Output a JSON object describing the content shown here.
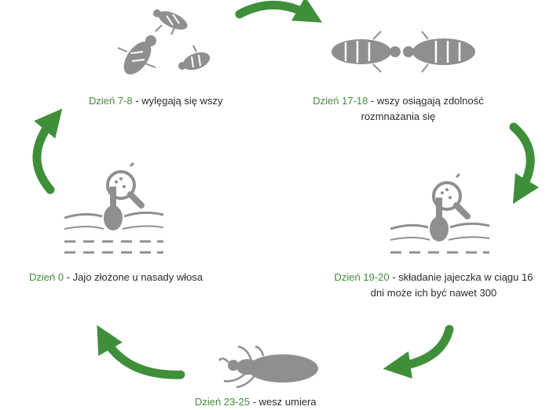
{
  "colors": {
    "accent_green": "#3f8f3a",
    "icon_gray": "#8f8f8f",
    "text": "#2a2a2a"
  },
  "stages": [
    {
      "day": "Dzień 7-8",
      "separator": " - ",
      "desc_line1": "wylęgają się wszy",
      "desc_line2": "",
      "icon": "three-lice-icon"
    },
    {
      "day": "Dzień 17-18",
      "separator": " - ",
      "desc_line1": "wszy  osiągają zdolność",
      "desc_line2": "rozmnażania się",
      "icon": "two-adult-lice-icon"
    },
    {
      "day": "Dzień 19-20",
      "separator": " - ",
      "desc_line1": "składanie jajeczka w ciągu 16",
      "desc_line2": "dni może ich być nawet 300",
      "icon": "egg-on-hair-magnifier-icon"
    },
    {
      "day": "Dzień 23-25",
      "separator": " - ",
      "desc_line1": "wesz umiera",
      "desc_line2": "",
      "icon": "dead-louse-icon"
    },
    {
      "day": "Dzień 0",
      "separator": " - ",
      "desc_line1": "Jajo złożone u nasady włosa",
      "desc_line2": "",
      "icon": "egg-on-hair-magnifier-icon"
    }
  ]
}
